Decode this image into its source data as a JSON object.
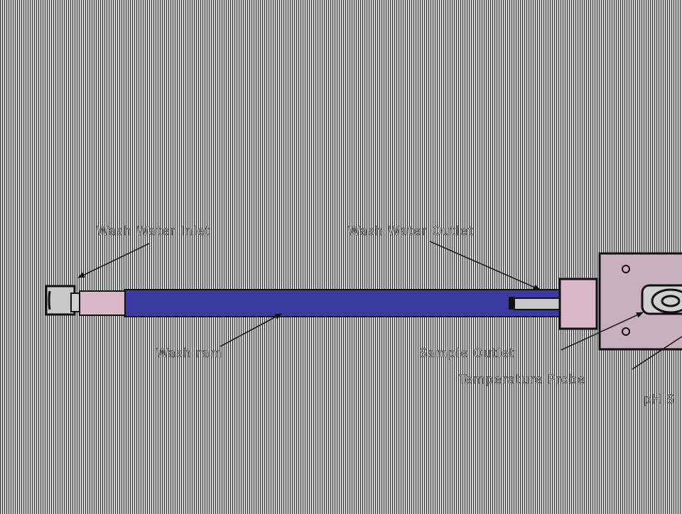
{
  "labels": {
    "wash_water_inlet": "Wash Water Inlet",
    "wash_water_outlet": "Wash Water Outlet",
    "wash_ram": "Wash ram",
    "sample_outlet": "Sample Outlet",
    "temperature_probe": "Temperature Probe",
    "ph": "pH S"
  },
  "colors": {
    "ram": "#3a3aa0",
    "sleeve": "#d8b8c8",
    "housing": "#c8b0c0",
    "stroke": "#111111",
    "background": "#bdbdbd"
  }
}
